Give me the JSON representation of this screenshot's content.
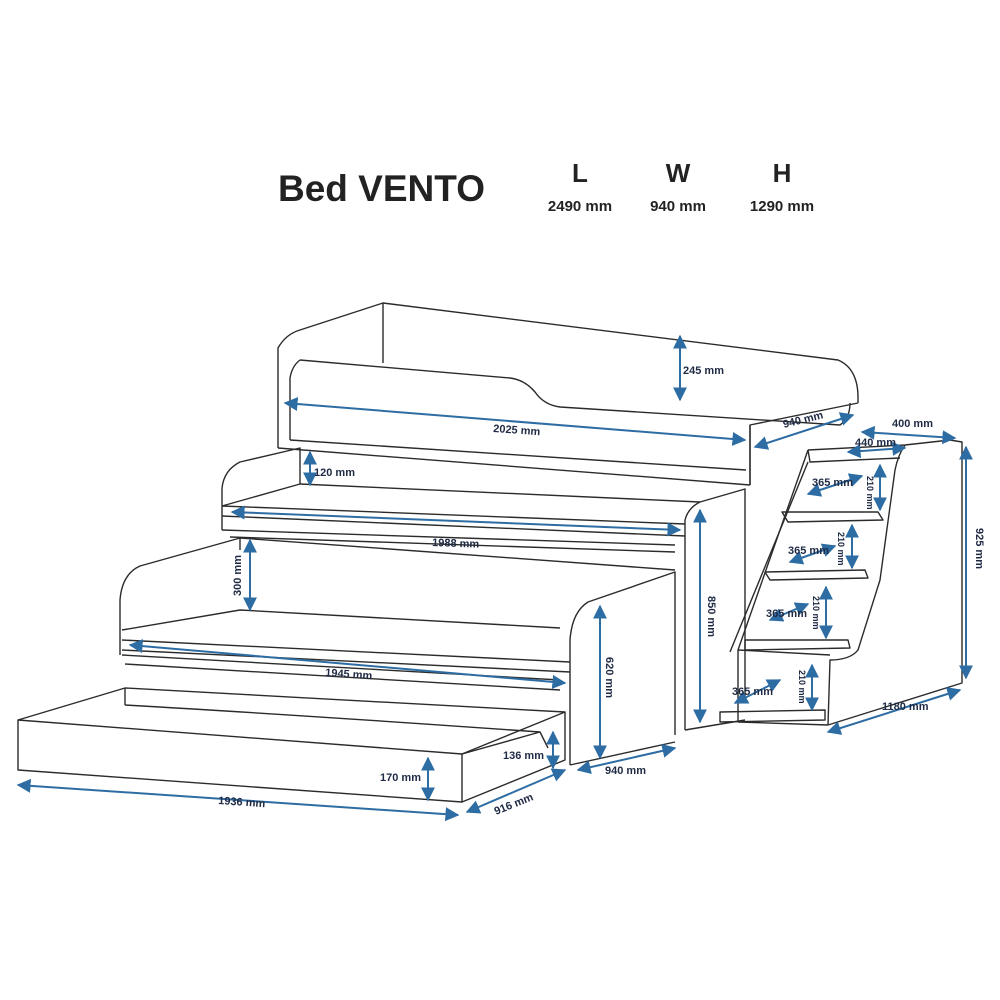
{
  "title": "Bed VENTO",
  "overall": [
    {
      "letter": "L",
      "value": "2490 mm"
    },
    {
      "letter": "W",
      "value": "940 mm"
    },
    {
      "letter": "H",
      "value": "1290 mm"
    }
  ],
  "dims": {
    "top_rail": "245 mm",
    "top_length": "2025 mm",
    "top_width": "940 mm",
    "step_depth": "400 mm",
    "step_top": "440 mm",
    "step_height": "925 mm",
    "step_length": "1180 mm",
    "tread_1": "365 mm",
    "tread_2": "365 mm",
    "tread_3": "365 mm",
    "tread_4": "365 mm",
    "riser_1": "210 mm",
    "riser_2": "210 mm",
    "riser_3": "210 mm",
    "riser_4": "210 mm",
    "mid_rail": "120 mm",
    "mid_length": "1988 mm",
    "mid_height": "850 mm",
    "gap": "300 mm",
    "low_length": "1945 mm",
    "low_height": "620 mm",
    "low_width": "940 mm",
    "drawer_length": "1936 mm",
    "drawer_width": "916 mm",
    "drawer_height": "170 mm",
    "drawer_step": "136 mm"
  },
  "colors": {
    "line": "#2b2b2b",
    "dimension": "#2e6da4",
    "text": "#1f2a44"
  }
}
